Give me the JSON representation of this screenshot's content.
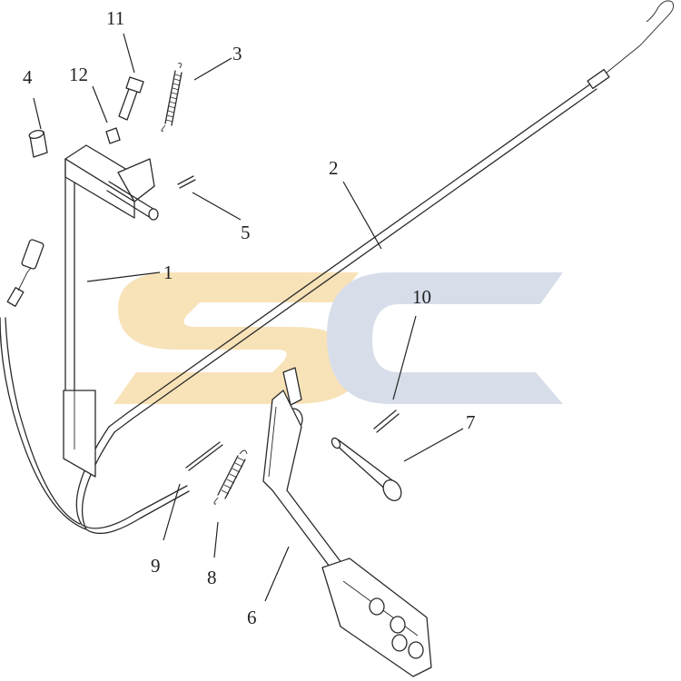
{
  "diagram": {
    "watermark": {
      "text": "SC",
      "colors": {
        "s": "#f8e2b8",
        "c": "#d7deea"
      }
    },
    "callouts": [
      {
        "id": "1",
        "label": "1"
      },
      {
        "id": "2",
        "label": "2"
      },
      {
        "id": "3",
        "label": "3"
      },
      {
        "id": "4",
        "label": "4"
      },
      {
        "id": "5",
        "label": "5"
      },
      {
        "id": "6",
        "label": "6"
      },
      {
        "id": "7",
        "label": "7"
      },
      {
        "id": "8",
        "label": "8"
      },
      {
        "id": "9",
        "label": "9"
      },
      {
        "id": "10",
        "label": "10"
      },
      {
        "id": "11",
        "label": "11"
      },
      {
        "id": "12",
        "label": "12"
      }
    ]
  }
}
